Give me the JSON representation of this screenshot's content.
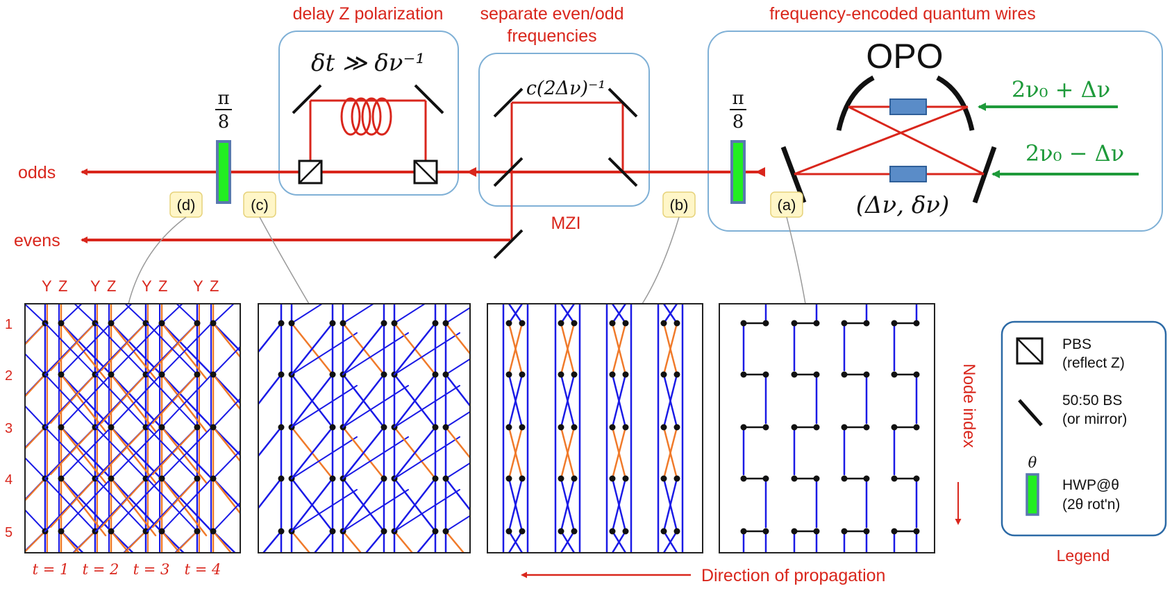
{
  "colors": {
    "red": "#d9261c",
    "blue": "#1a1ae6",
    "orange": "#f07a2a",
    "green": "#1e9a3a",
    "box_stroke": "#7fb0d6",
    "label_fill": "#fff6c8",
    "label_stroke": "#e6d27a",
    "hwp_green": "#22ee22",
    "hwp_frame": "#5a78b0"
  },
  "headings": {
    "delay": "delay Z polarization",
    "separate_1": "separate even/odd",
    "separate_2": "frequencies",
    "quantum_wires": "frequency-encoded quantum wires"
  },
  "setup": {
    "opo": "OPO",
    "pump_top": "2ν₀ + Δν",
    "pump_bottom": "2ν₀ − Δν",
    "opo_params": "(Δν, δν)",
    "delay_formula": "δt ≫ δν⁻¹",
    "mzi_formula": "c(2Δν)⁻¹",
    "hwp_num": "π",
    "hwp_den": "8",
    "mzi": "MZI",
    "odds": "odds",
    "evens": "evens"
  },
  "labels": {
    "a": "(a)",
    "b": "(b)",
    "c": "(c)",
    "d": "(d)"
  },
  "panels": {
    "yz_y": "Y",
    "yz_z": "Z",
    "row_labels": [
      "1",
      "2",
      "3",
      "4",
      "5"
    ],
    "time_labels": [
      "t = 1",
      "t = 2",
      "t = 3",
      "t = 4"
    ],
    "node_index": "Node index",
    "direction": "Direction of propagation"
  },
  "legend": {
    "pbs_1": "PBS",
    "pbs_2": "(reflect Z)",
    "bs_1": "50:50 BS",
    "bs_2": "(or mirror)",
    "theta": "θ",
    "hwp_1": "HWP@θ",
    "hwp_2": "(2θ rot'n)",
    "title": "Legend"
  }
}
